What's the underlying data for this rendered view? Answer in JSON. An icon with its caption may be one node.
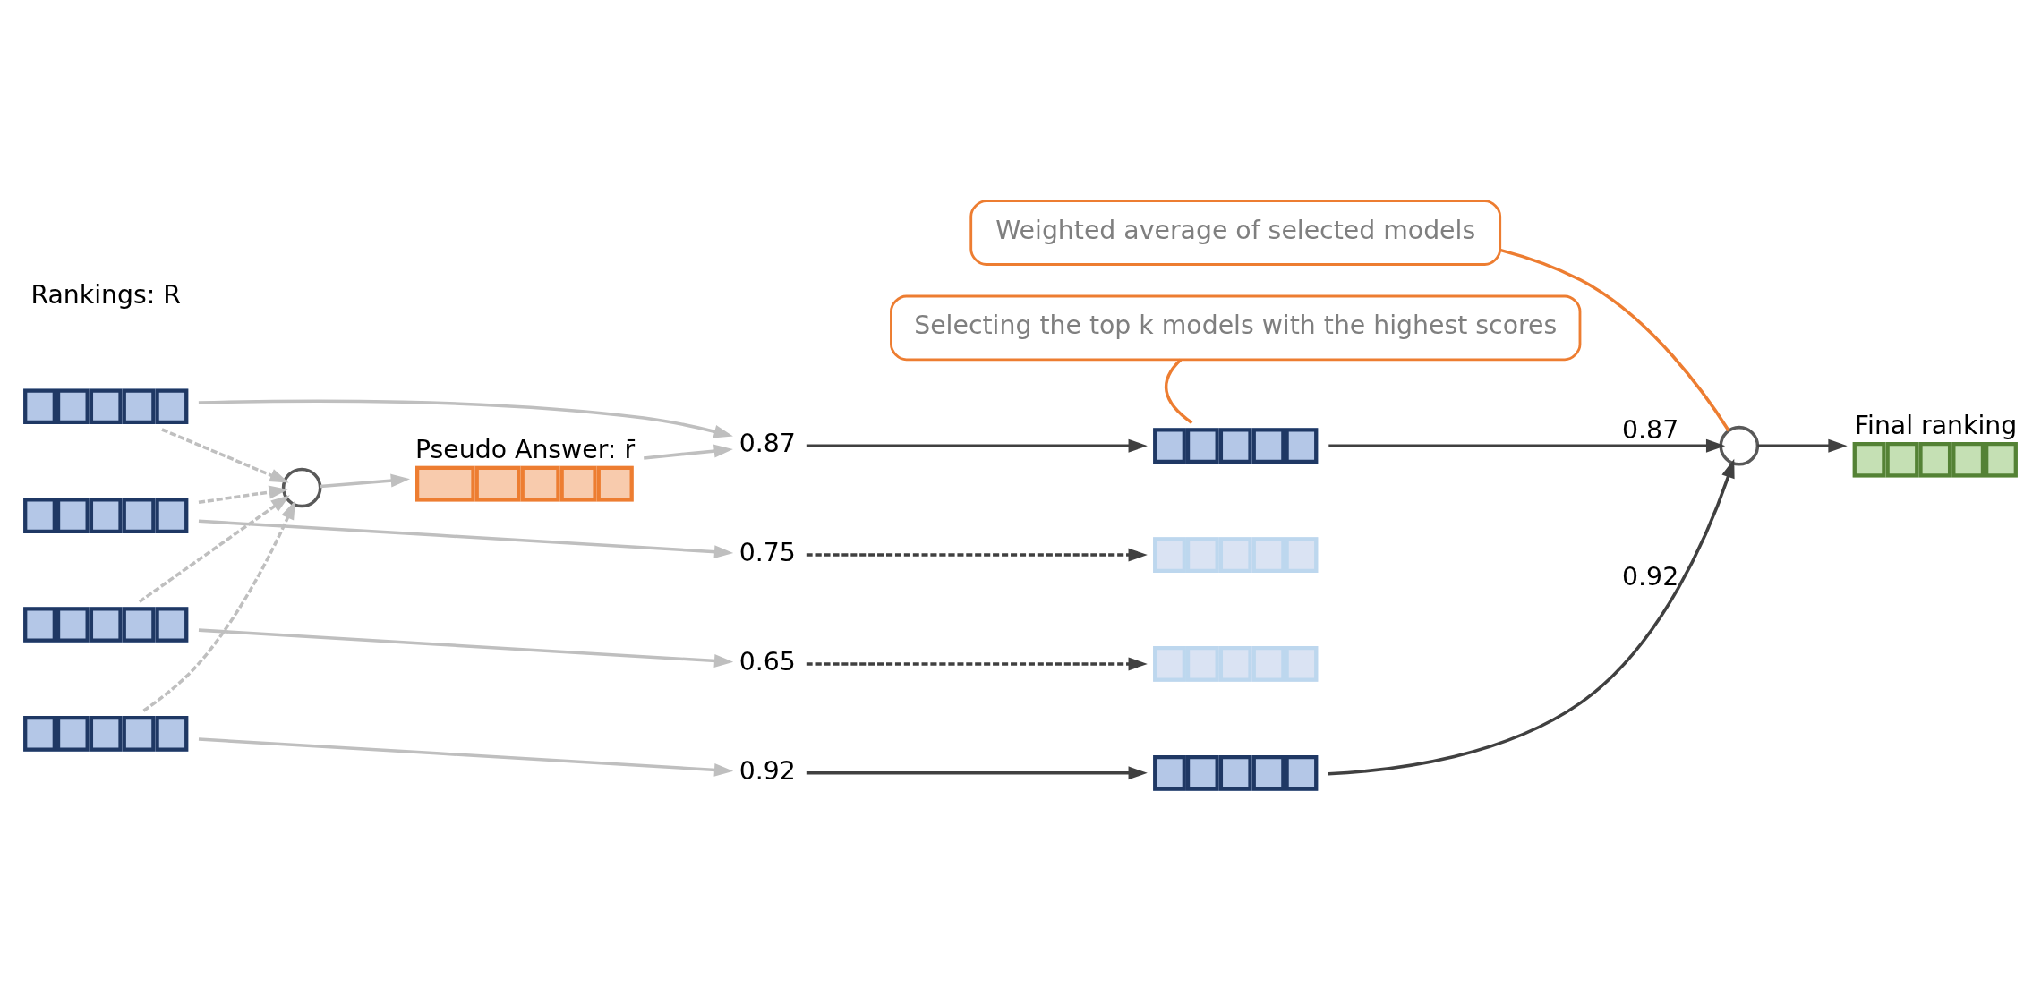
{
  "diagram": {
    "nodes": [
      {
        "text": [
          "Pseudo Answer: r̄"
        ]
      },
      {
        "text": [],
        "shape": "bar"
      },
      {
        "text": [],
        "shape": "bar"
      },
      {
        "text": [],
        "shape": "bar"
      },
      {
        "text": [],
        "shape": "bar"
      },
      {
        "text": [],
        "shape": "circle"
      },
      {
        "text": [
          "0.87"
        ]
      },
      {
        "text": [
          "0.75"
        ]
      },
      {
        "text": [
          "0.65"
        ]
      },
      {
        "text": [
          "0.92"
        ]
      },
      {
        "text": [],
        "shape": "bar"
      },
      {
        "text": [],
        "shape": "bar"
      },
      {
        "text": [],
        "shape": "bar"
      },
      {
        "text": [],
        "shape": "bar"
      },
      {
        "text": [],
        "shape": "circle"
      },
      {
        "text": [
          "Final ranking"
        ]
      },
      {
        "text": [
          "Selecting the top k models with the highest scores"
        ]
      },
      {
        "text": [
          "Weighted average of selected models"
        ]
      }
    ],
    "edges": [
      {
        "from": 1,
        "to": 5,
        "arrow": "to",
        "style": "dashed"
      },
      {
        "from": 2,
        "to": 5,
        "arrow": "to",
        "style": "dashed"
      },
      {
        "from": 3,
        "to": 5,
        "arrow": "to",
        "style": "dashed"
      },
      {
        "from": 4,
        "to": 5,
        "arrow": "to",
        "style": "dashed"
      },
      {
        "from": 5,
        "to": 0,
        "arrow": "to"
      },
      {
        "from": 0,
        "to": 6,
        "arrow": "to"
      },
      {
        "from": 1,
        "to": 6,
        "arrow": "to"
      },
      {
        "from": 2,
        "to": 7,
        "arrow": "to"
      },
      {
        "from": 3,
        "to": 8,
        "arrow": "to"
      },
      {
        "from": 4,
        "to": 9,
        "arrow": "to"
      },
      {
        "from": 6,
        "to": 10,
        "arrow": "to",
        "color": "#404040"
      },
      {
        "from": 7,
        "to": 11,
        "arrow": "to",
        "style": "dashed",
        "color": "#404040"
      },
      {
        "from": 8,
        "to": 12,
        "arrow": "to",
        "style": "dashed",
        "color": "#404040"
      },
      {
        "from": 9,
        "to": 13,
        "arrow": "to",
        "color": "#404040"
      },
      {
        "from": 10,
        "to": 14,
        "arrow": "to",
        "label": "0.87",
        "color": "#404040"
      },
      {
        "from": 13,
        "to": 14,
        "arrow": "to",
        "label": "0.92",
        "color": "#404040"
      },
      {
        "from": 14,
        "to": 15,
        "arrow": "to",
        "color": "#404040"
      },
      {
        "from": 16,
        "to": 10,
        "arrow": "none",
        "color": "#ed7d31"
      },
      {
        "from": 17,
        "to": 14,
        "arrow": "none",
        "color": "#ed7d31"
      }
    ],
    "labels": [
      "Rankings: R"
    ]
  }
}
